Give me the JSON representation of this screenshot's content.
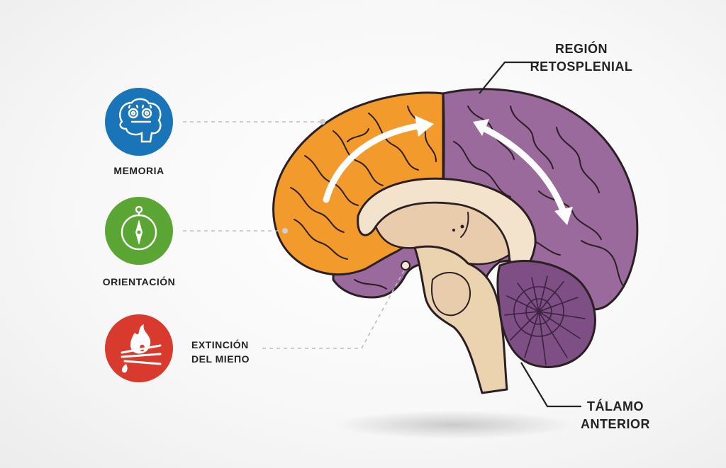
{
  "labels": {
    "memoria": "MEMORIA",
    "orientacion": "ORIENTACIÓN",
    "extincion_line1": "EXTINCIÓN",
    "extincion_line2": "DEL MIEΠO",
    "retro_line1": "REGIÓN",
    "retro_line2": "RETOSPLENIAL",
    "talamo_line1": "TÁLAMO",
    "talamo_line2": "ANTERIOR"
  },
  "icons": {
    "memoria": "brain-gears-icon",
    "orientacion": "compass-icon",
    "extincion": "fire-extinguish-icon"
  },
  "colors": {
    "memoria_circle": "#1a75b8",
    "orientacion_circle": "#5ba534",
    "extincion_circle": "#d93a2e",
    "frontal_region": "#f39a2c",
    "retrosplenial_region": "#9a6a9c",
    "cerebellum": "#7e4f85",
    "brainstem": "#ecd3b0",
    "corpus_callosum": "#f3e3cd"
  }
}
